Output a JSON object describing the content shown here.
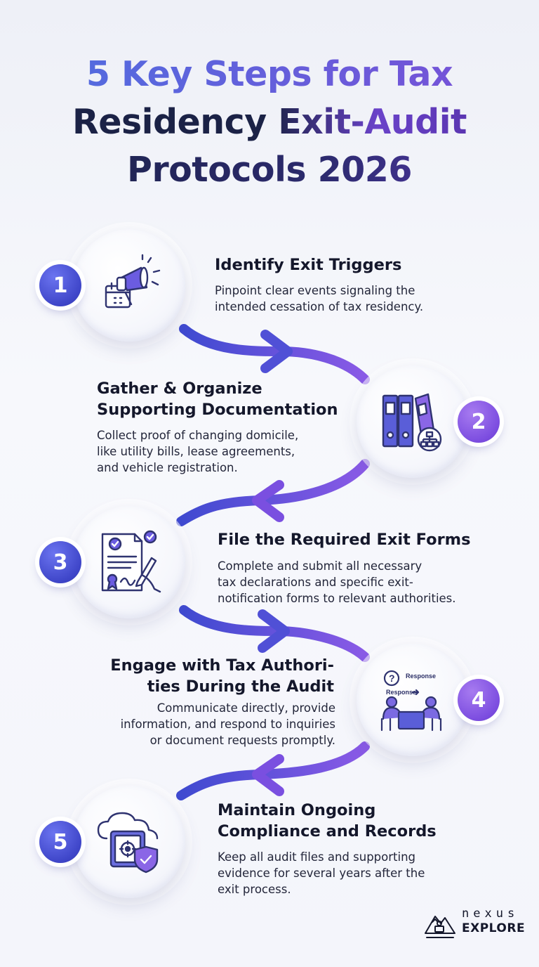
{
  "title": {
    "line1": "5 Key Steps for Tax",
    "line2": "Residency Exit-Audit",
    "line3": "Protocols 2026"
  },
  "steps": [
    {
      "number": "1",
      "title": "Identify Exit Triggers",
      "description": "Pinpoint clear events signaling the\nintended cessation of tax residency.",
      "icon": "megaphone-calendar-icon"
    },
    {
      "number": "2",
      "title": "Gather & Organize\nSupporting Documentation",
      "description": "Collect proof of changing domicile,\nlike utility bills, lease agreements,\nand vehicle registration.",
      "icon": "binders-icon"
    },
    {
      "number": "3",
      "title": "File the Required Exit Forms",
      "description": "Complete and submit all necessary\ntax declarations and specific exit-\nnotification forms to relevant authorities.",
      "icon": "signed-document-icon"
    },
    {
      "number": "4",
      "title": "Engage with Tax Authori-\nties During the Audit",
      "description": "Communicate directly, provide\ninformation, and respond to inquiries\nor document requests promptly.",
      "icon": "meeting-icon",
      "icon_labels": [
        "Response",
        "Response"
      ]
    },
    {
      "number": "5",
      "title": "Maintain Ongoing\nCompliance and Records",
      "description": "Keep all audit files and supporting\nevidence for several years after the\nexit process.",
      "icon": "cloud-vault-shield-icon"
    }
  ],
  "brand": {
    "name": "nexus",
    "sub": "EXPLORE"
  },
  "colors": {
    "blue": "#4148cc",
    "purple": "#7b4fe0",
    "text": "#14172b"
  }
}
